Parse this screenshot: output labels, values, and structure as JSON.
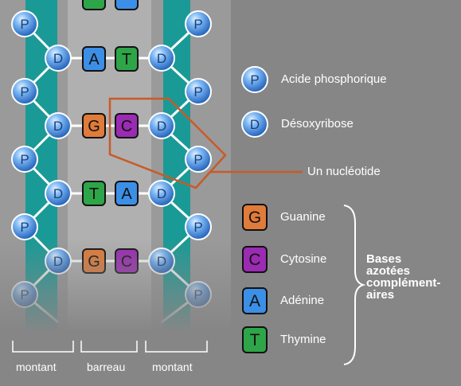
{
  "glyphs": {
    "phosphate": "P",
    "sugar": "D",
    "guanine": "G",
    "cytosine": "C",
    "adenine": "A",
    "thymine": "T"
  },
  "legend": {
    "acide_phosphorique": "Acide phosphorique",
    "desoxyribose": "Désoxyribose",
    "nucleotide": "Un nucléotide"
  },
  "bases_legend": {
    "guanine": "Guanine",
    "cytosine": "Cytosine",
    "adenine": "Adénine",
    "thymine": "Thymine",
    "group_label_1": "Bases",
    "group_label_2": "azotées",
    "group_label_3": "complément-",
    "group_label_4": "aires"
  },
  "bottom_labels": {
    "left": "montant",
    "middle": "barreau",
    "right": "montant"
  },
  "colors": {
    "background": "#868686",
    "backbone": "#1a9a96",
    "phosphate_fill": "#3c8fe6",
    "guanine": "#e07b3a",
    "cytosine": "#9a2bb2",
    "adenine": "#3c8fe6",
    "thymine": "#2ea548",
    "nucleotide_outline": "#c85a28"
  },
  "pairs": [
    [
      "adenine",
      "thymine"
    ],
    [
      "guanine",
      "cytosine"
    ],
    [
      "thymine",
      "adenine"
    ],
    [
      "guanine",
      "cytosine"
    ]
  ]
}
